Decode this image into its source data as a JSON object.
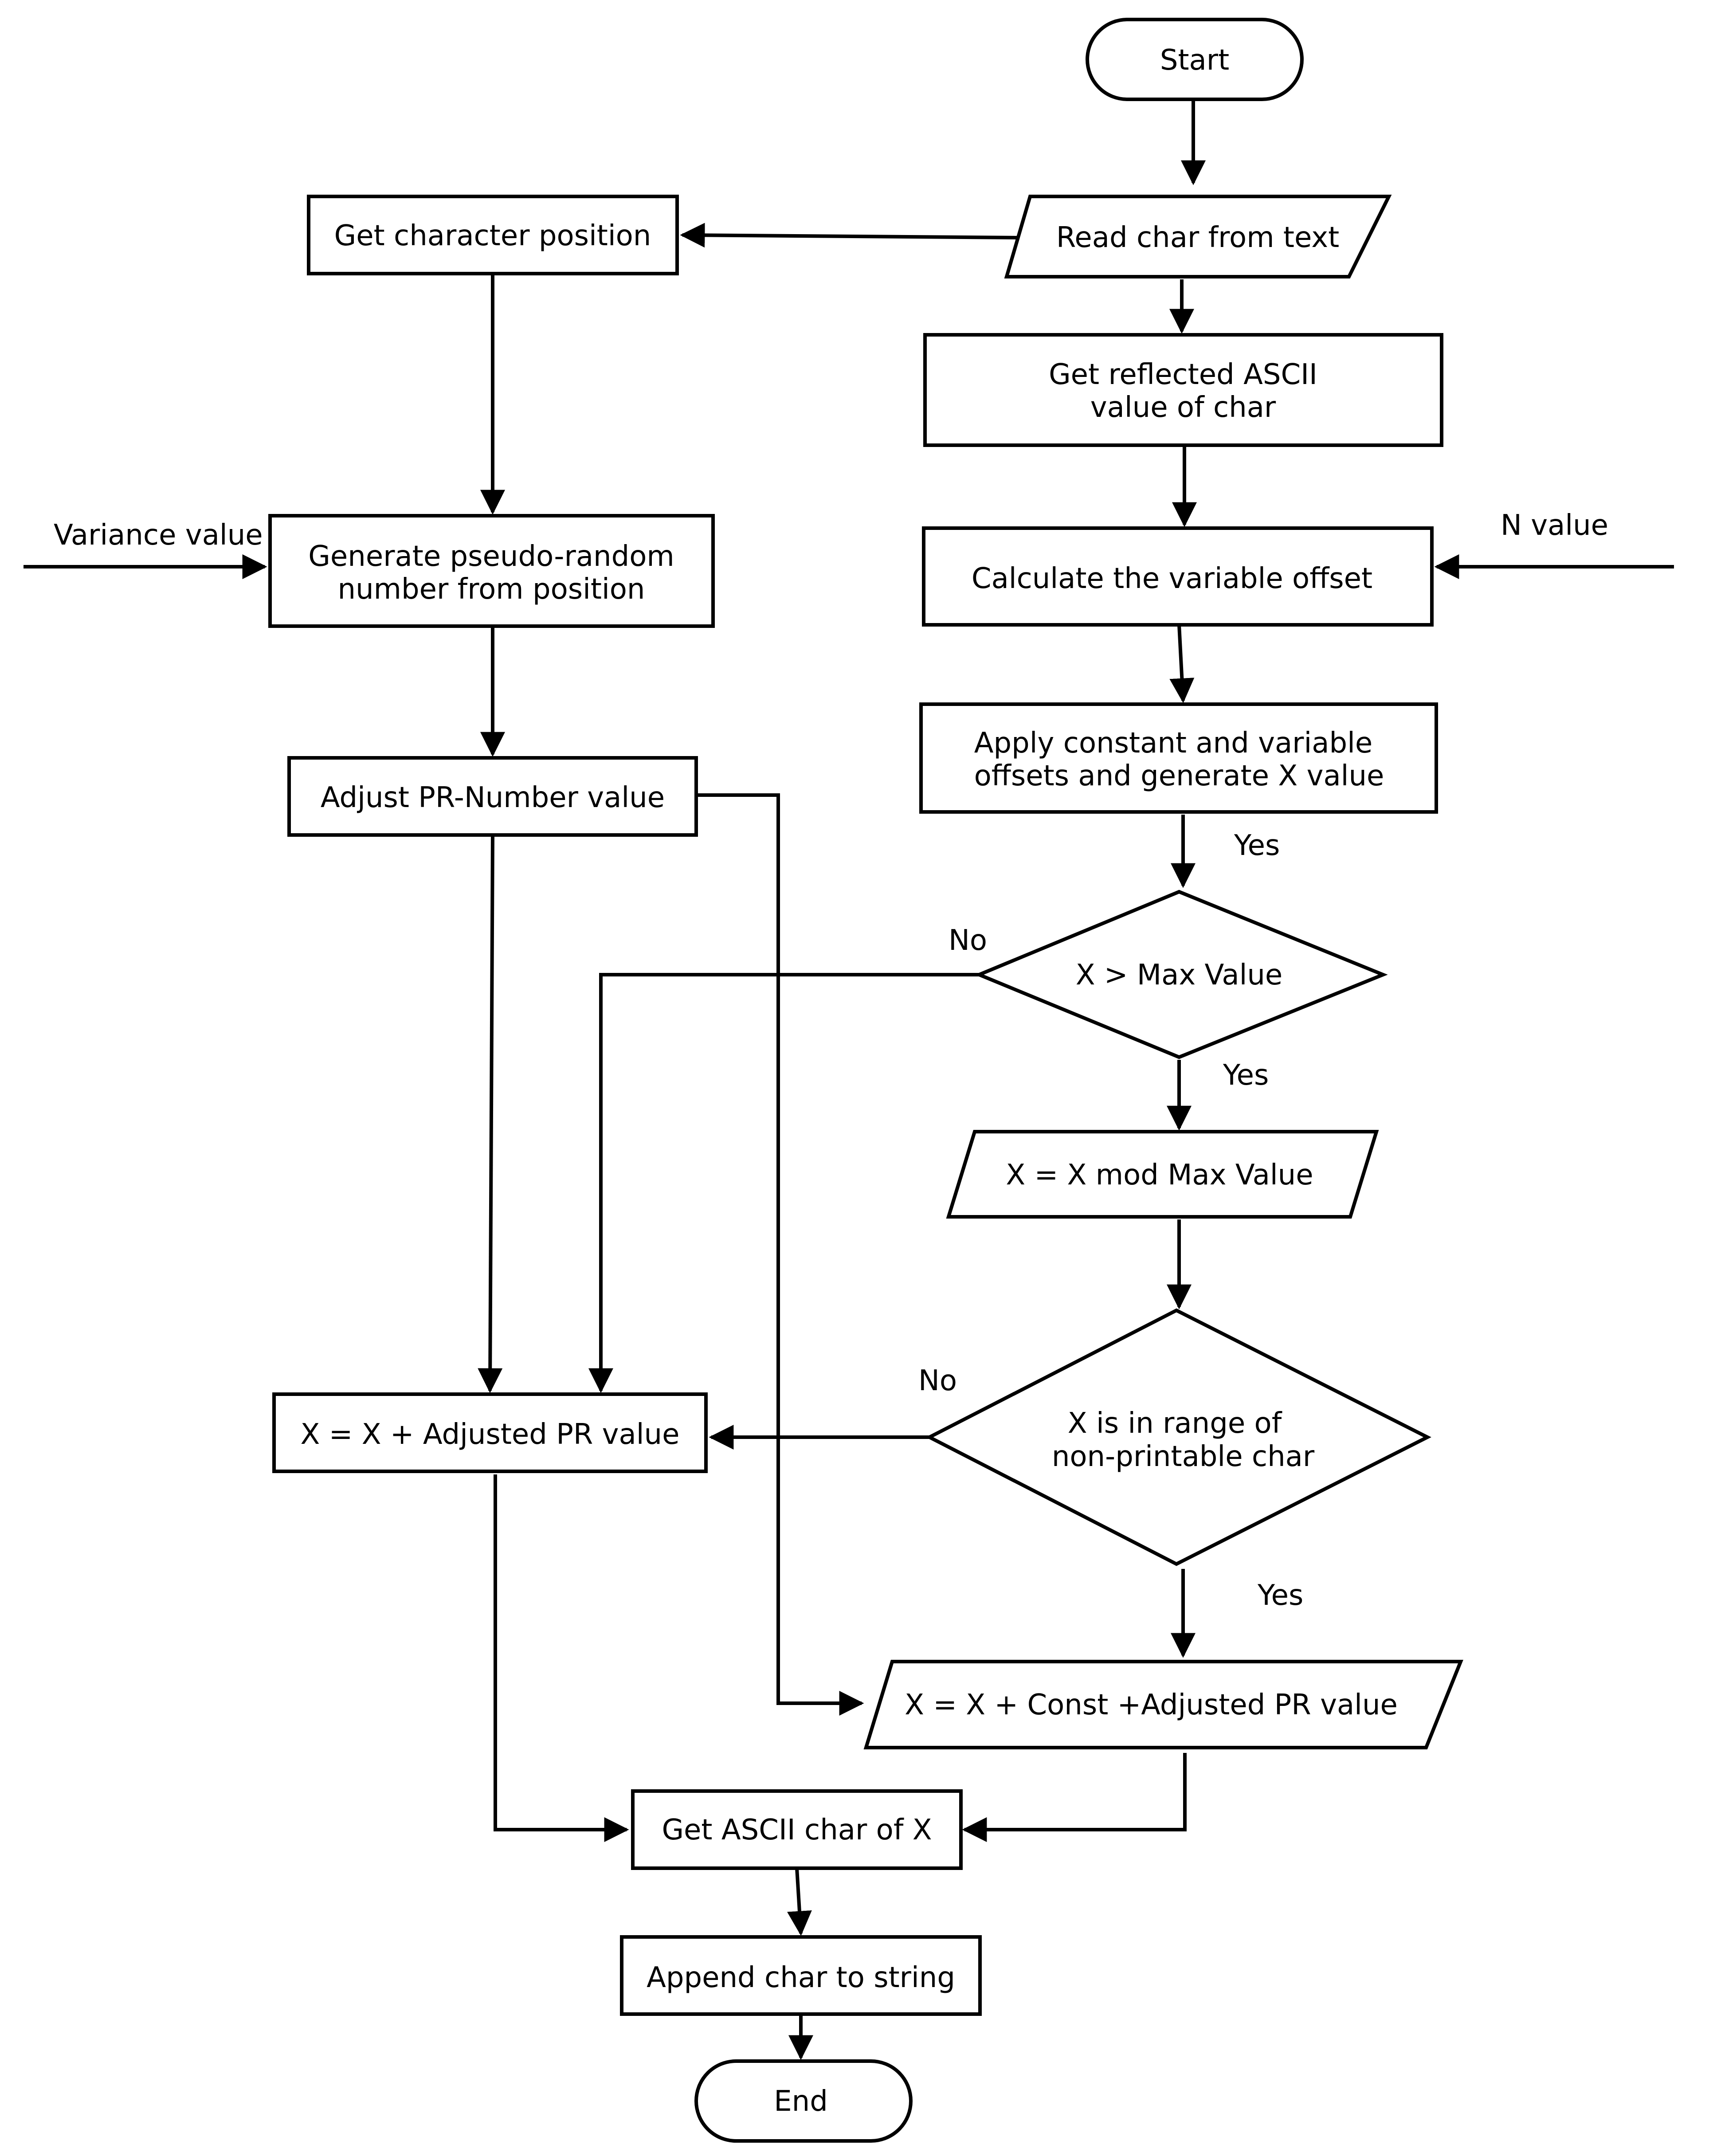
{
  "nodes": {
    "start": "Start",
    "read_char": "Read char from text",
    "get_char_pos": "Get character position",
    "reflected_ascii": [
      "Get reflected ASCII",
      "value of char"
    ],
    "variance_value": "Variance value",
    "generate_prn": [
      "Generate pseudo-random",
      "number from position"
    ],
    "n_value": "N value",
    "calc_offset": "Calculate the variable offset",
    "apply_offsets": [
      "Apply constant and variable",
      "offsets and generate X value"
    ],
    "adjust_pr": "Adjust PR-Number value",
    "x_gt_max": "X >  Max Value",
    "x_mod": "X = X mod Max Value",
    "x_in_range": [
      "X is in range of",
      "non-printable char"
    ],
    "x_plus_adj": "X = X + Adjusted PR value",
    "x_plus_const": "X = X + Const +Adjusted PR value",
    "get_ascii": "Get ASCII char of X",
    "append_char": "Append char to string",
    "end": "End"
  },
  "edge_labels": {
    "yes_apply": "Yes",
    "no_max": "No",
    "yes_max": "Yes",
    "no_range": "No",
    "yes_range": "Yes"
  },
  "style": {
    "stroke": "#000000",
    "fill": "#ffffff",
    "text": "#000000"
  }
}
